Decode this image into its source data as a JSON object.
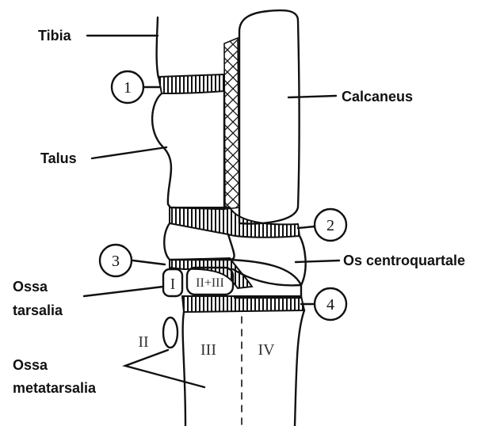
{
  "labels": {
    "tibia": "Tibia",
    "calcaneus": "Calcaneus",
    "talus": "Talus",
    "os_centroquartale": "Os centroquartale",
    "ossa_tarsalia_line1": "Ossa",
    "ossa_tarsalia_line2": "tarsalia",
    "ossa_metatarsalia_line1": "Ossa",
    "ossa_metatarsalia_line2": "metatarsalia"
  },
  "joint_numbers": [
    "1",
    "2",
    "3",
    "4"
  ],
  "roman_numerals": {
    "tarsal_1": "I",
    "tarsal_2_3": "II+III",
    "metatarsal_2": "II",
    "metatarsal_3": "III",
    "metatarsal_4": "IV"
  },
  "colors": {
    "ink": "#111111",
    "background": "#ffffff"
  }
}
